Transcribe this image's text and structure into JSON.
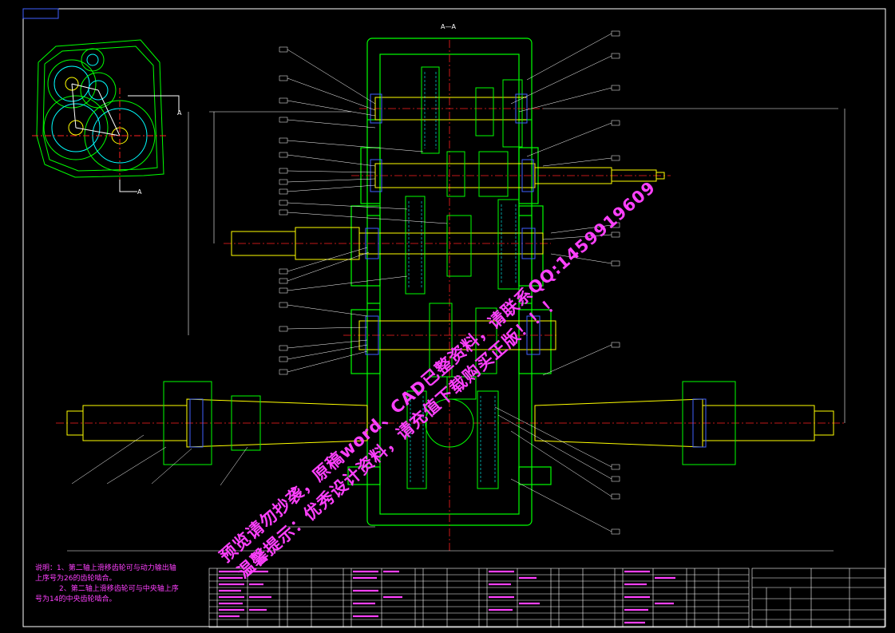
{
  "section_label": "A—A",
  "view_marker": "A",
  "notes": {
    "line1": "说明：1、第二轴上滑移齿轮可与动力输出轴",
    "line2": "上序号为26的齿轮啮合。",
    "line3": "2、第二轴上滑移齿轮可与中央轴上序",
    "line4": "号为14的中央齿轮啮合。"
  },
  "watermark": {
    "line1": "预览请勿抄袭，原稿word、CAD已整资料，请联系QQ:1459919609",
    "line2": "温馨提示：优秀设计资料，请充值下载购买正版！！！"
  },
  "colors": {
    "housing": "#00ff00",
    "shafts": "#ffff00",
    "gears": "#00ffff",
    "centerline": "#ff2020",
    "leaders": "#ffffff",
    "table": "#ffffff",
    "text": "#ff40ff",
    "bearings": "#4060ff"
  }
}
